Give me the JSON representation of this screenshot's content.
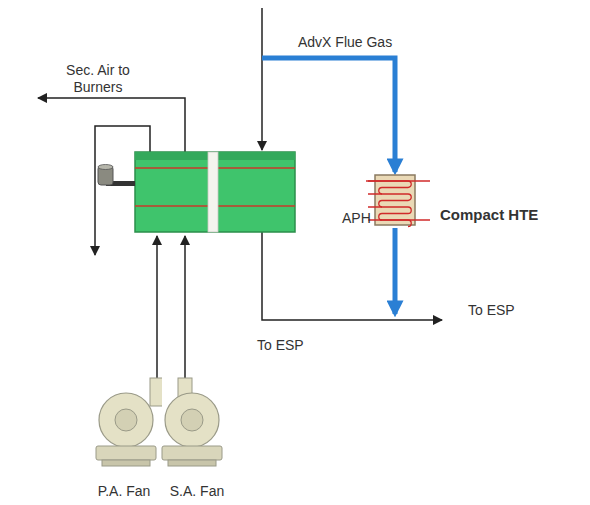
{
  "diagram": {
    "nodes": [
      {
        "text": [
          "P.A. Fan"
        ]
      },
      {
        "text": [
          "S.A. Fan"
        ]
      }
    ],
    "labels": [
      "Sec. Air to Burners",
      "AdvX Flue Gas",
      "APH",
      "Compact HTE",
      "To ESP",
      "To ESP"
    ]
  }
}
